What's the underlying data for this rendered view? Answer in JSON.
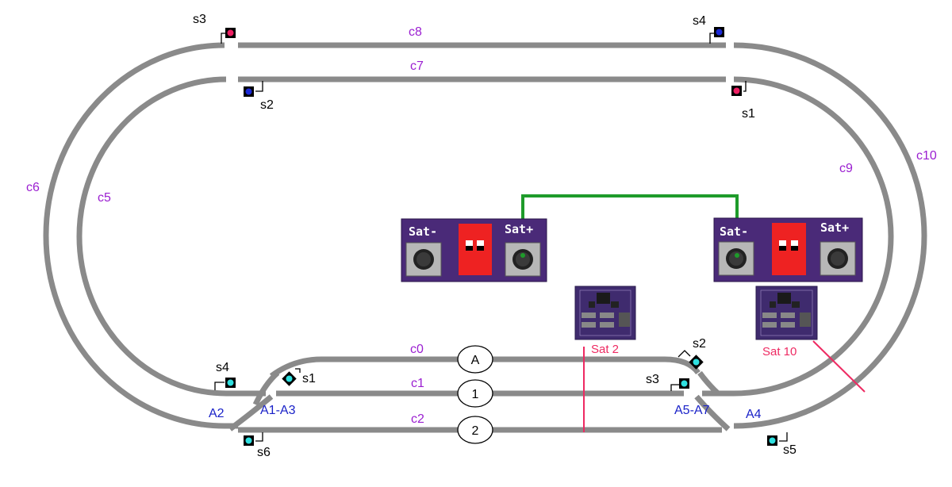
{
  "colors": {
    "track": "#8a8a8a",
    "track_label": "#9b1fd1",
    "switch_label": "#1a22c8",
    "sat_label": "#ee2a62",
    "sat_wire": "#ee2a62",
    "green_wire": "#1e9b2a",
    "signal_red": "#ee1f63",
    "signal_blue": "#1c2ad8",
    "signal_cyan": "#2fe0e0",
    "board_purple": "#4a2a78",
    "dip_red": "#ee2222"
  },
  "tracks": {
    "c0": "c0",
    "c1": "c1",
    "c2": "c2",
    "c5": "c5",
    "c6": "c6",
    "c7": "c7",
    "c8": "c8",
    "c9": "c9",
    "c10": "c10"
  },
  "blocks": {
    "A": "A",
    "one": "1",
    "two": "2"
  },
  "switches": {
    "A2": "A2",
    "A1_A3": "A1-A3",
    "A4": "A4",
    "A5_A7": "A5-A7"
  },
  "sensors": {
    "outer_left_s3": "s3",
    "outer_left_s2": "s2",
    "outer_right_s4": "s4",
    "outer_right_s1": "s1",
    "station_left_s4": "s4",
    "station_left_s1": "s1",
    "station_left_s6": "s6",
    "station_right_s2": "s2",
    "station_right_s3": "s3",
    "station_right_s5": "s5"
  },
  "satellites": {
    "sat2": "Sat 2",
    "sat10": "Sat 10"
  },
  "board_controls": {
    "left": {
      "minus": "Sat-",
      "plus": "Sat+"
    },
    "right": {
      "minus": "Sat-",
      "plus": "Sat+"
    }
  },
  "signal_icons": [
    "signal-red-icon",
    "signal-blue-icon",
    "signal-cyan-icon",
    "pushbutton-icon",
    "dip-switch-icon"
  ]
}
